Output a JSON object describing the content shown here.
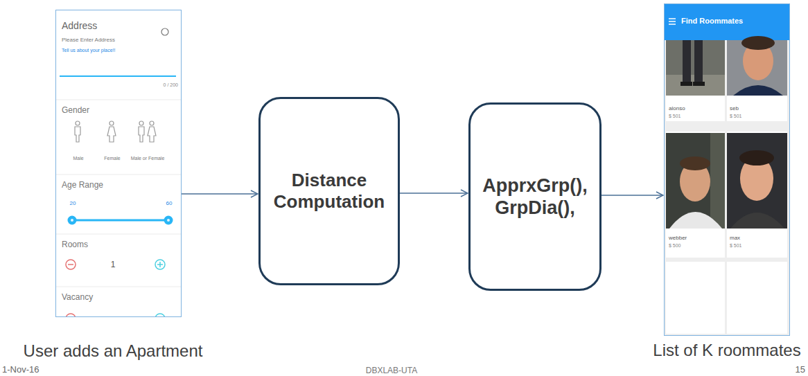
{
  "diagram": {
    "nodes": [
      {
        "text": [
          "User adds an Apartment",
          "Address",
          "Please Enter Address",
          "Tell us about your place!!",
          "0 / 200",
          "Gender",
          "Male",
          "Female",
          "Male or Female",
          "Age Range",
          "20",
          "60",
          "Rooms",
          "1",
          "Vacancy"
        ]
      },
      {
        "text": [
          "Distance Computation"
        ]
      },
      {
        "text": [
          "ApprxGrp(), GrpDia(),"
        ]
      },
      {
        "text": [
          "List of K roommates",
          "Find Roommates",
          "alonso",
          "$ 501",
          "seb",
          "$ 501",
          "webber",
          "$ 500",
          "max",
          "$ 501"
        ]
      }
    ],
    "edges": [
      {
        "from": 0,
        "to": 1,
        "arrow": "to"
      },
      {
        "from": 1,
        "to": 2,
        "arrow": "to"
      },
      {
        "from": 2,
        "to": 3,
        "arrow": "to"
      }
    ],
    "labels": [
      "1-Nov-16",
      "DBXLAB-UTA",
      "15"
    ]
  }
}
